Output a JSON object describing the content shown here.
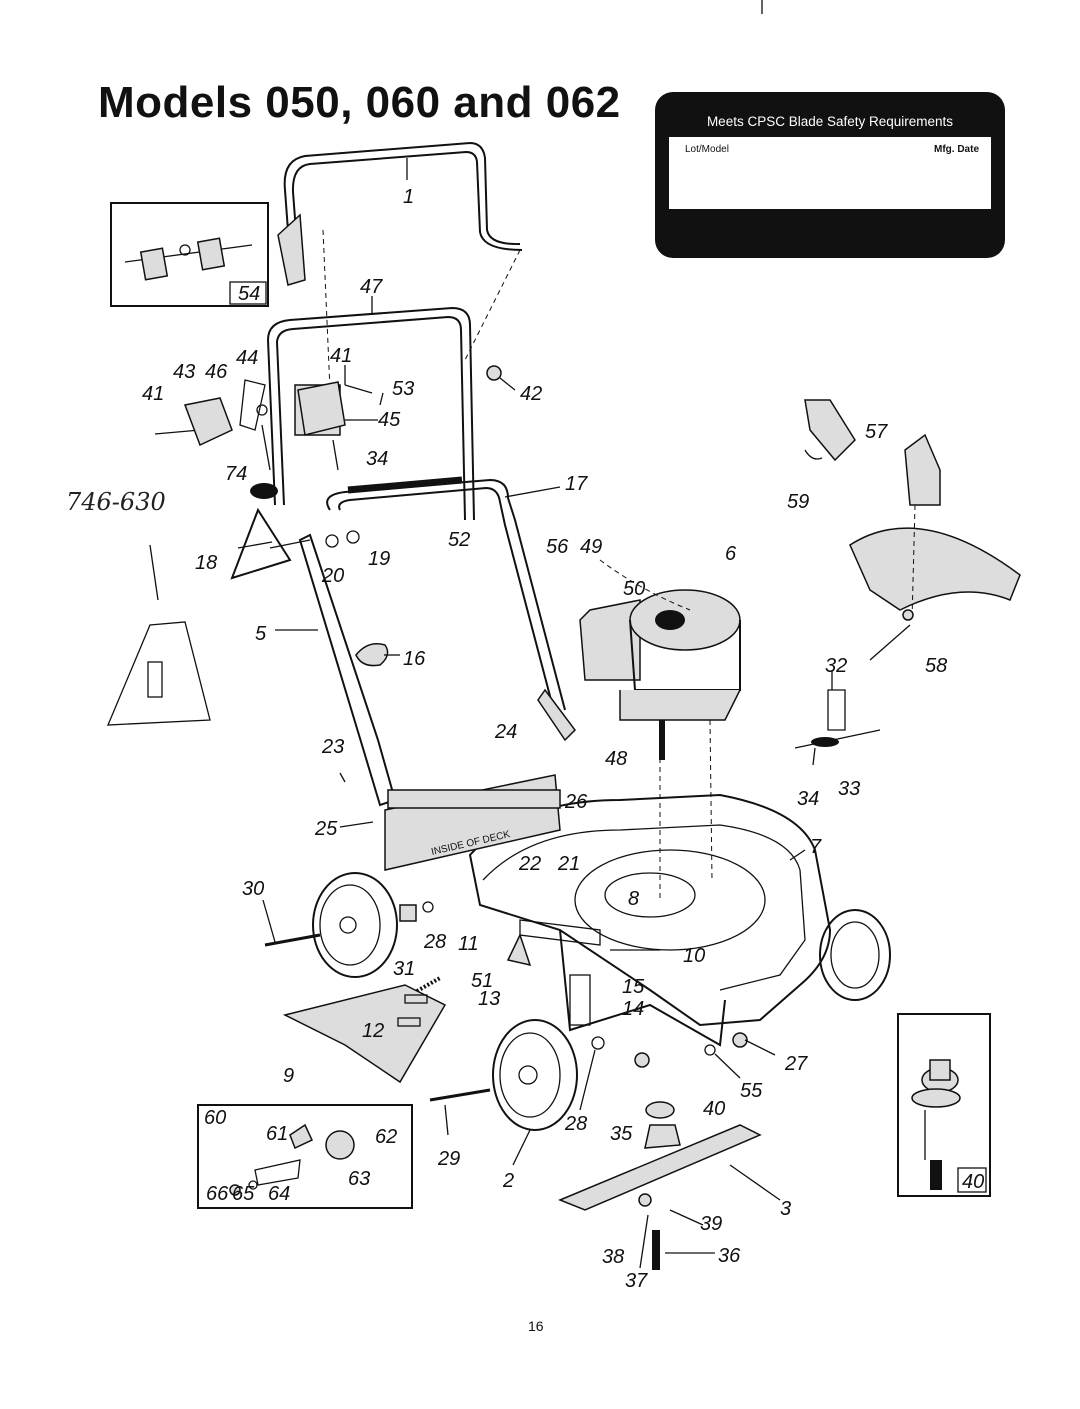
{
  "title": "Models 050, 060 and 062",
  "safety_label": {
    "heading": "Meets CPSC Blade Safety Requirements",
    "lot_model": "Lot/Model",
    "mfg_date": "Mfg. Date"
  },
  "handwritten_note": "746-630",
  "deck_text": "INSIDE OF DECK",
  "inset_labels": {
    "top_left": "54",
    "bottom_left": "60",
    "right": "40"
  },
  "callouts": [
    "1",
    "47",
    "41",
    "43",
    "46",
    "44",
    "41",
    "53",
    "45",
    "42",
    "34",
    "17",
    "74",
    "18",
    "19",
    "20",
    "52",
    "56",
    "49",
    "6",
    "50",
    "57",
    "59",
    "58",
    "5",
    "16",
    "32",
    "23",
    "24",
    "48",
    "26",
    "25",
    "7",
    "34",
    "33",
    "22",
    "21",
    "30",
    "8",
    "28",
    "11",
    "10",
    "31",
    "51",
    "15",
    "13",
    "14",
    "12",
    "27",
    "9",
    "55",
    "40",
    "28",
    "35",
    "61",
    "62",
    "29",
    "63",
    "2",
    "66",
    "65",
    "64",
    "39",
    "3",
    "38",
    "36",
    "37"
  ],
  "page_number": "16"
}
